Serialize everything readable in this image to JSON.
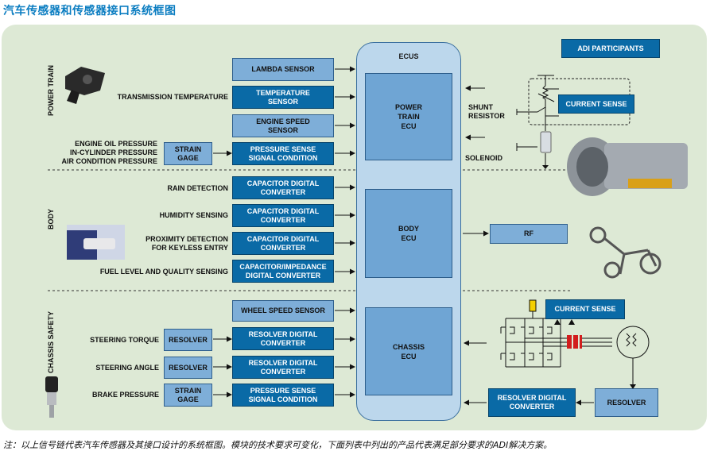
{
  "title": "汽车传感器和传感器接口系统框图",
  "note": "注：以上信号链代表汽车传感器及其接口设计的系统框图。模块的技术要求可变化，下面列表中列出的产品代表满足部分要求的ADI解决方案。",
  "ecus_label": "ECUS",
  "adi_participants": "ADI PARTICIPANTS",
  "sections": {
    "power_train": "POWER TRAIN",
    "body": "BODY",
    "chassis_safety": "CHASSIS SAFETY"
  },
  "ecu": {
    "power_train": "POWER\nTRAIN\nECU",
    "body": "BODY\nECU",
    "chassis": "CHASSIS\nECU"
  },
  "power_train": {
    "lambda": "LAMBDA SENSOR",
    "transmission_label": "TRANSMISSION TEMPERATURE",
    "temperature": "TEMPERATURE\nSENSOR",
    "engine_speed": "ENGINE SPEED\nSENSOR",
    "pressure_labels": "ENGINE OIL PRESSURE\nIN-CYLINDER PRESSURE\nAIR CONDITION PRESSURE",
    "strain_gage": "STRAIN\nGAGE",
    "pressure_sense": "PRESSURE SENSE\nSIGNAL CONDITION",
    "shunt_resistor": "SHUNT\nRESISTOR",
    "current_sense": "CURRENT SENSE",
    "solenoid": "SOLENOID"
  },
  "body": {
    "rain_label": "RAIN DETECTION",
    "humidity_label": "HUMIDITY SENSING",
    "proximity_label": "PROXIMITY DETECTION\nFOR KEYLESS ENTRY",
    "fuel_label": "FUEL LEVEL AND QUALITY SENSING",
    "cdc1": "CAPACITOR DIGITAL\nCONVERTER",
    "cdc2": "CAPACITOR DIGITAL\nCONVERTER",
    "cdc3": "CAPACITOR DIGITAL\nCONVERTER",
    "cap_impedance": "CAPACITOR/IMPEDANCE\nDIGITAL CONVERTER",
    "rf": "RF"
  },
  "chassis": {
    "wheel_speed": "WHEEL SPEED SENSOR",
    "steering_torque_label": "STEERING TORQUE",
    "steering_angle_label": "STEERING ANGLE",
    "brake_pressure_label": "BRAKE PRESSURE",
    "resolver1": "RESOLVER",
    "resolver2": "RESOLVER",
    "rdc1": "RESOLVER DIGITAL\nCONVERTER",
    "rdc2": "RESOLVER DIGITAL\nCONVERTER",
    "strain_gage": "STRAIN\nGAGE",
    "pressure_sense": "PRESSURE SENSE\nSIGNAL CONDITION",
    "current_sense": "CURRENT SENSE",
    "rdc_right": "RESOLVER DIGITAL\nCONVERTER",
    "resolver_right": "RESOLVER"
  }
}
